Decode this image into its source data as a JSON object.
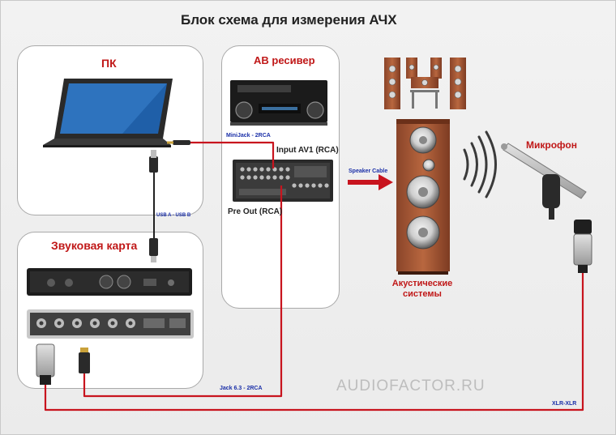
{
  "title": "Блок схема для измерения АЧХ",
  "groups": {
    "pc": "ПК",
    "av_receiver": "АВ ресивер",
    "sound_card": "Звуковая карта",
    "microphone": "Микрофон",
    "speakers": "Акустические системы"
  },
  "labels": {
    "input_av1": "Input AV1 (RCA)",
    "pre_out": "Pre Out (RCA)"
  },
  "cables": {
    "minijack_2rca": "MiniJack - 2RCA",
    "usb": "USB A - USB B",
    "speaker_cable": "Speaker Cable",
    "jack_2rca": "Jack 6.3 - 2RCA",
    "xlr": "XLR-XLR"
  },
  "watermark": "AUDIOFACTOR.RU",
  "colors": {
    "signal_cable": "#c8141e",
    "group_title": "#c01818",
    "cable_caption": "#1a2fa8",
    "speaker_wood": "#a85a3c"
  }
}
